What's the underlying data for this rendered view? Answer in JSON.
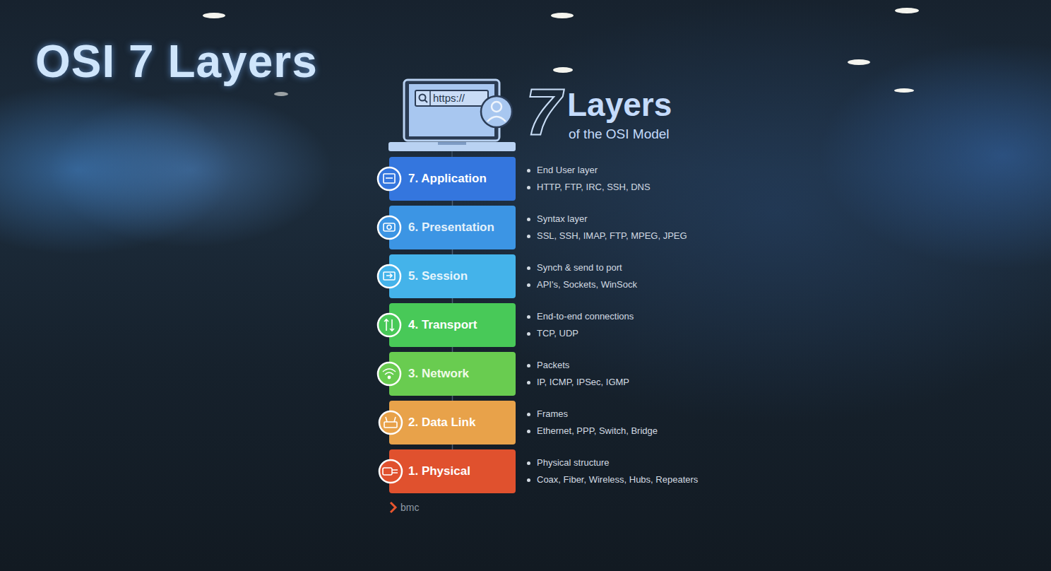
{
  "diagram": {
    "title": "OSI 7 Layers",
    "nodes": [
      {
        "text": [
          "7. Application"
        ]
      },
      {
        "text": [
          "6. Presentation"
        ]
      },
      {
        "text": [
          "5. Session"
        ]
      },
      {
        "text": [
          "4. Transport"
        ]
      },
      {
        "text": [
          "3. Network"
        ]
      },
      {
        "text": [
          "2. Data Link"
        ]
      },
      {
        "text": [
          "1. Physical"
        ]
      }
    ],
    "edges": [
      {
        "from": 0,
        "to": 1,
        "arrow": "none"
      },
      {
        "from": 1,
        "to": 2,
        "arrow": "none"
      },
      {
        "from": 2,
        "to": 3,
        "arrow": "none"
      },
      {
        "from": 3,
        "to": 4,
        "arrow": "none"
      },
      {
        "from": 4,
        "to": 5,
        "arrow": "none"
      },
      {
        "from": 5,
        "to": 6,
        "arrow": "none"
      }
    ],
    "labels": [
      "https://",
      "7",
      "Layers",
      "of the OSI Model",
      "End User layer",
      "HTTP, FTP, IRC, SSH, DNS",
      "Syntax layer",
      "SSL, SSH, IMAP, FTP, MPEG, JPEG",
      "Synch & send to port",
      "API's, Sockets, WinSock",
      "End-to-end connections",
      "TCP, UDP",
      "Packets",
      "IP, ICMP, IPSec, IGMP",
      "Frames",
      "Ethernet, PPP, Switch, Bridge",
      "Physical structure",
      "Coax, Fiber, Wireless, Hubs, Repeaters",
      "bmc"
    ]
  }
}
